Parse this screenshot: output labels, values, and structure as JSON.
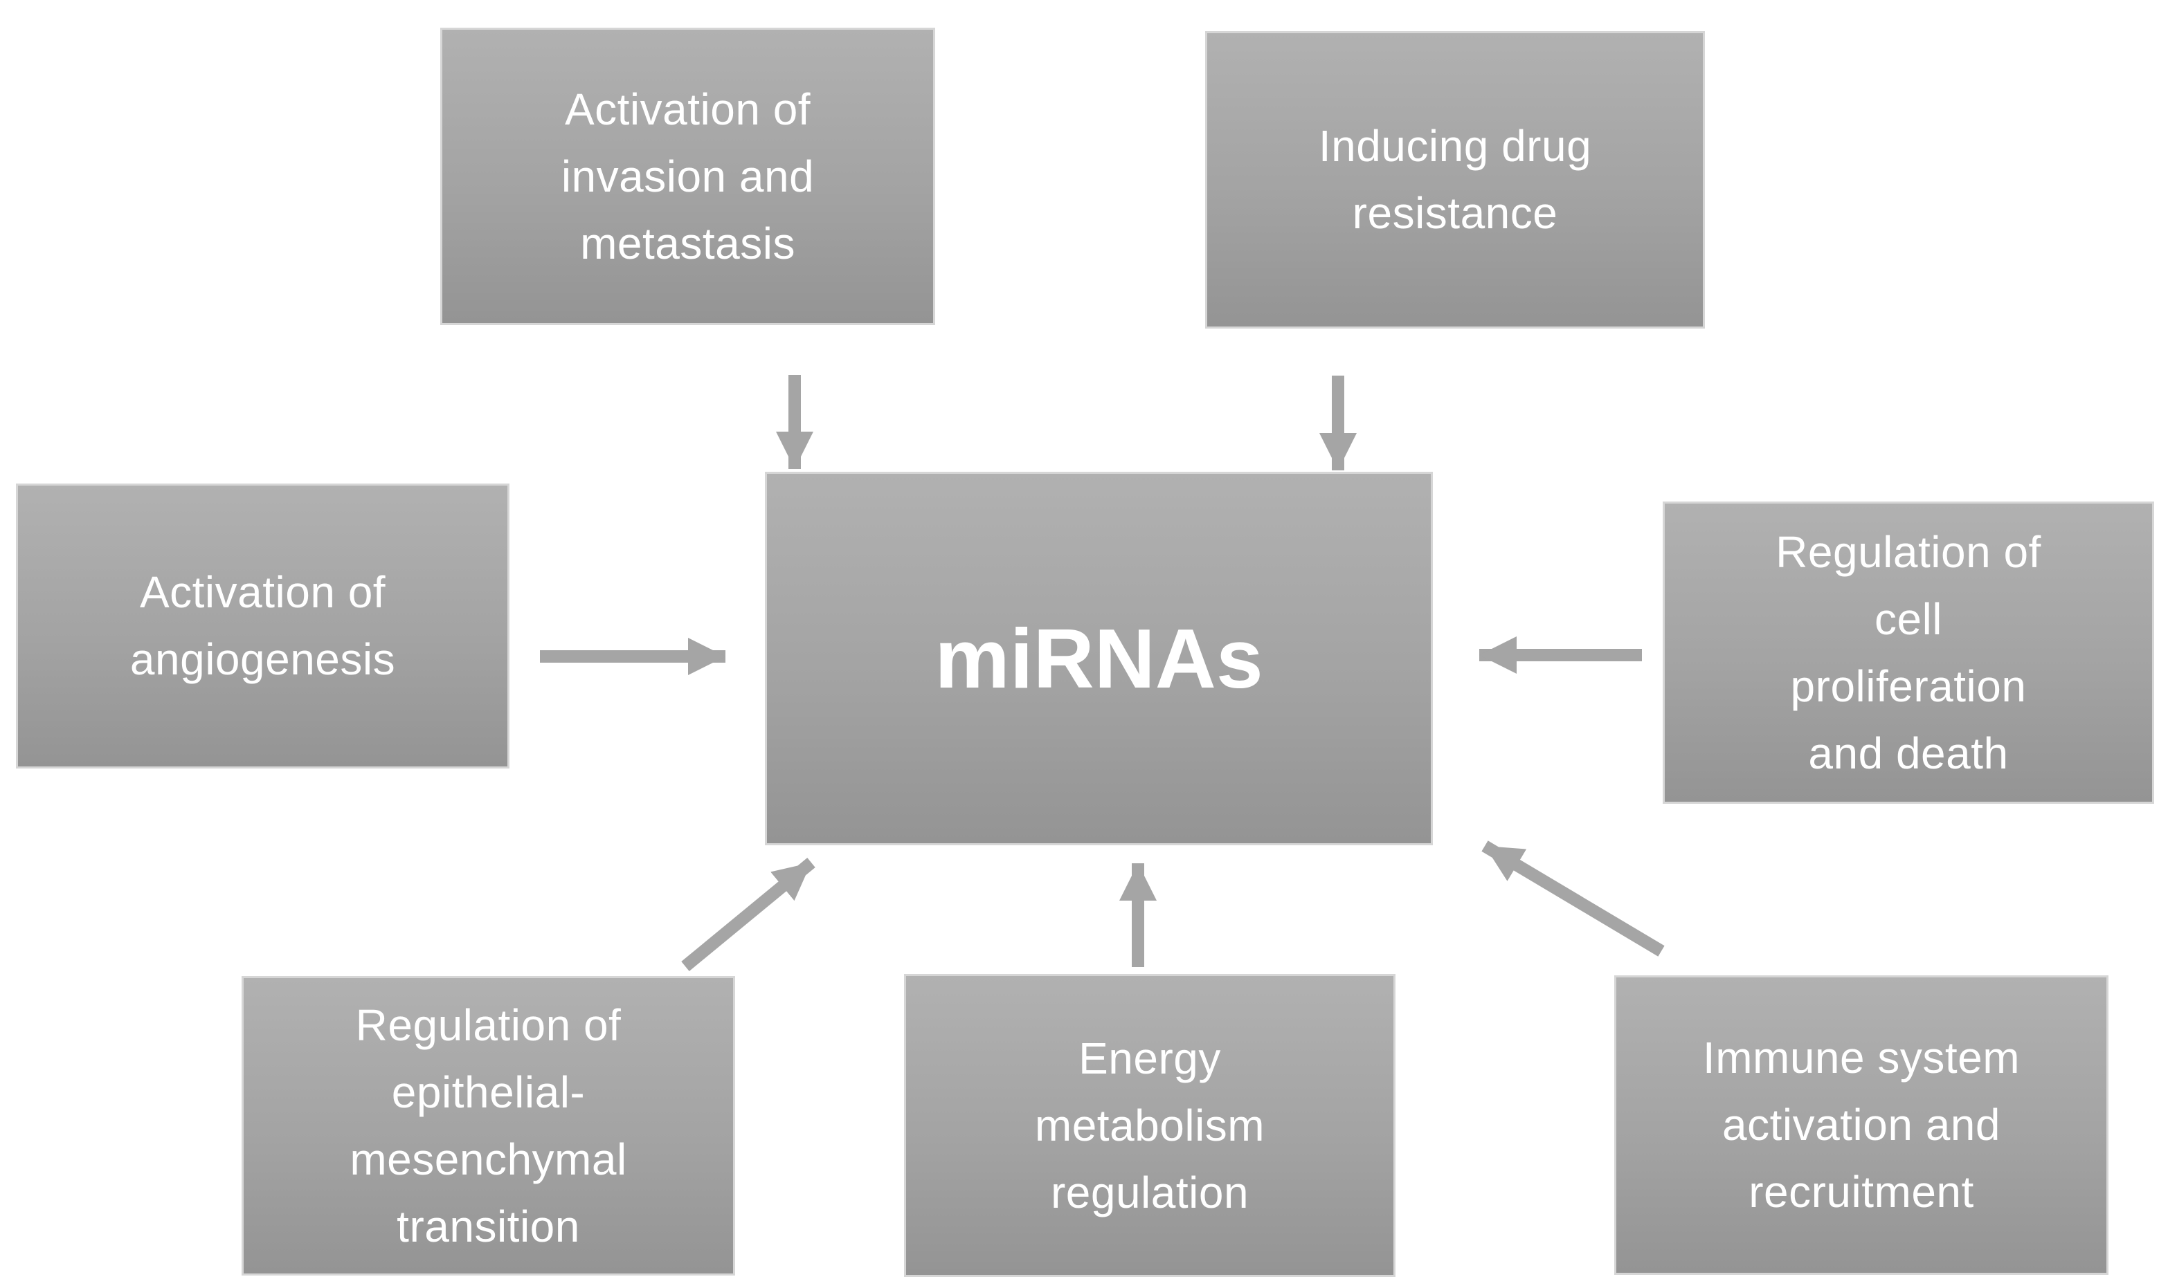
{
  "diagram": {
    "title": "miRNA functions diagram",
    "center": {
      "id": "mirnas",
      "label": "miRNAs"
    },
    "nodes": {
      "invasion": {
        "id": "invasion",
        "label": "Activation of\ninvasion and\nmetastasis"
      },
      "drug": {
        "id": "drug",
        "label": "Inducing drug\nresistance"
      },
      "angiogenesis": {
        "id": "angiogenesis",
        "label": "Activation of\nangiogenesis"
      },
      "proliferation": {
        "id": "proliferation",
        "label": "Regulation of\ncell\nproliferation\nand death"
      },
      "emt": {
        "id": "emt",
        "label": "Regulation of\nepithelial-\nmesenchymal\ntransition"
      },
      "energy": {
        "id": "energy",
        "label": "Energy\nmetabolism\nregulation"
      },
      "immune": {
        "id": "immune",
        "label": "Immune system\nactivation and\nrecruitment"
      }
    },
    "edges": [
      {
        "from": "invasion",
        "to": "mirnas",
        "direction": "down"
      },
      {
        "from": "drug",
        "to": "mirnas",
        "direction": "down"
      },
      {
        "from": "angiogenesis",
        "to": "mirnas",
        "direction": "right"
      },
      {
        "from": "proliferation",
        "to": "mirnas",
        "direction": "left"
      },
      {
        "from": "emt",
        "to": "mirnas",
        "direction": "up-right"
      },
      {
        "from": "energy",
        "to": "mirnas",
        "direction": "up"
      },
      {
        "from": "immune",
        "to": "mirnas",
        "direction": "up-left"
      }
    ],
    "colors": {
      "background": "#ffffff",
      "box_fill_top": "#b1b1b1",
      "box_fill_bottom": "#949494",
      "box_border": "#d6d6d6",
      "text": "#ffffff",
      "arrow": "#a5a5a5"
    }
  }
}
